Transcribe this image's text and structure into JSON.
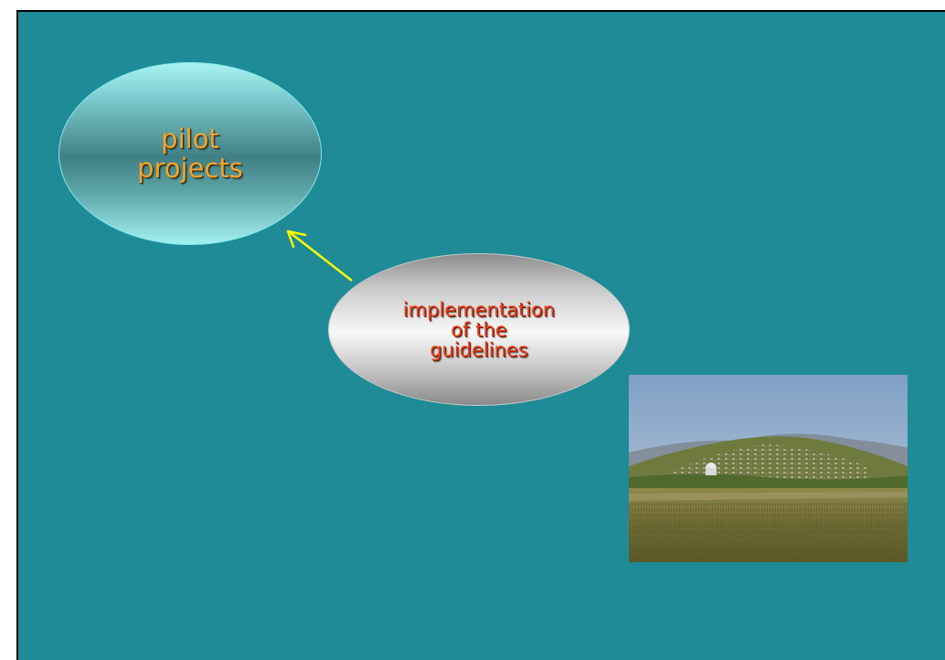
{
  "nodes": {
    "pilot": {
      "label": "pilot\nprojects",
      "text_color": "#f4a32c"
    },
    "implementation": {
      "label": "implementation\nof the\nguidelines",
      "text_color": "#e8401c"
    }
  },
  "edges": [
    {
      "from": "implementation",
      "to": "pilot",
      "color": "#ffff00"
    }
  ],
  "image": {
    "subject": "landscape-photo"
  },
  "colors": {
    "background": "#1e8b97",
    "arrow": "#ffff00"
  }
}
